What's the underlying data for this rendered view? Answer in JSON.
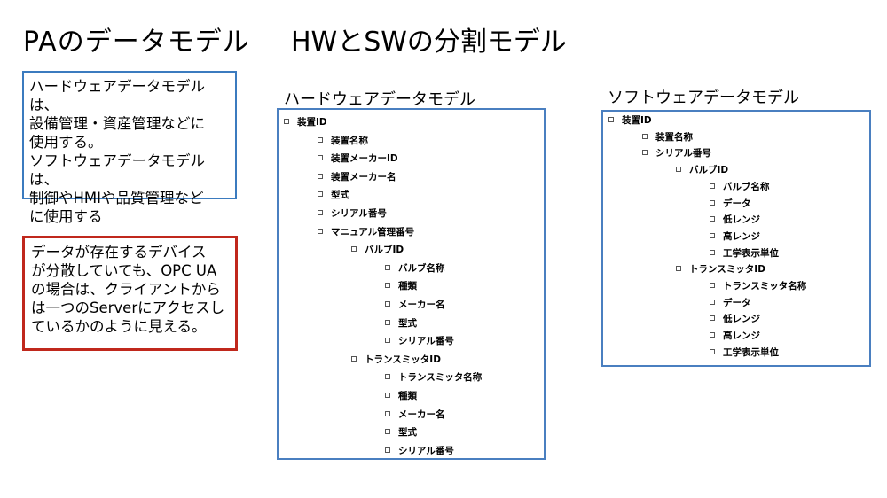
{
  "titles": {
    "left": "PAのデータモデル",
    "right": "HWとSWの分割モデル"
  },
  "notes": {
    "blue": "ハードウェアデータモデルは、\n設備管理・資産管理などに\n使用する。\nソフトウェアデータモデルは、\n制御やHMIや品質管理など\nに使用する",
    "red": "データが存在するデバイス\nが分散していても、OPC UA\nの場合は、クライアントから\nは一つのServerにアクセスし\nているかのように見える。"
  },
  "colors": {
    "blue_border": "#3b7bbf",
    "red_border": "#c0281c",
    "tree_border": "#4a7fc0"
  },
  "hardware_tree": {
    "caption": "ハードウェアデータモデル",
    "nodes": [
      {
        "label": "装置ID",
        "level": 0
      },
      {
        "label": "装置名称",
        "level": 1
      },
      {
        "label": "装置メーカーID",
        "level": 1
      },
      {
        "label": "装置メーカー名",
        "level": 1
      },
      {
        "label": "型式",
        "level": 1
      },
      {
        "label": "シリアル番号",
        "level": 1
      },
      {
        "label": "マニュアル管理番号",
        "level": 1
      },
      {
        "label": "バルブID",
        "level": 2
      },
      {
        "label": "バルブ名称",
        "level": 3
      },
      {
        "label": "種類",
        "level": 3
      },
      {
        "label": "メーカー名",
        "level": 3
      },
      {
        "label": "型式",
        "level": 3
      },
      {
        "label": "シリアル番号",
        "level": 3
      },
      {
        "label": "トランスミッタID",
        "level": 2
      },
      {
        "label": "トランスミッタ名称",
        "level": 3
      },
      {
        "label": "種類",
        "level": 3
      },
      {
        "label": "メーカー名",
        "level": 3
      },
      {
        "label": "型式",
        "level": 3
      },
      {
        "label": "シリアル番号",
        "level": 3
      }
    ]
  },
  "software_tree": {
    "caption": "ソフトウェアデータモデル",
    "nodes": [
      {
        "label": "装置ID",
        "level": 0
      },
      {
        "label": "装置名称",
        "level": 1
      },
      {
        "label": "シリアル番号",
        "level": 1
      },
      {
        "label": "バルブID",
        "level": 2
      },
      {
        "label": "バルブ名称",
        "level": 3
      },
      {
        "label": "データ",
        "level": 3
      },
      {
        "label": "低レンジ",
        "level": 3
      },
      {
        "label": "高レンジ",
        "level": 3
      },
      {
        "label": "工学表示単位",
        "level": 3
      },
      {
        "label": "トランスミッタID",
        "level": 2
      },
      {
        "label": "トランスミッタ名称",
        "level": 3
      },
      {
        "label": "データ",
        "level": 3
      },
      {
        "label": "低レンジ",
        "level": 3
      },
      {
        "label": "高レンジ",
        "level": 3
      },
      {
        "label": "工学表示単位",
        "level": 3
      }
    ]
  }
}
